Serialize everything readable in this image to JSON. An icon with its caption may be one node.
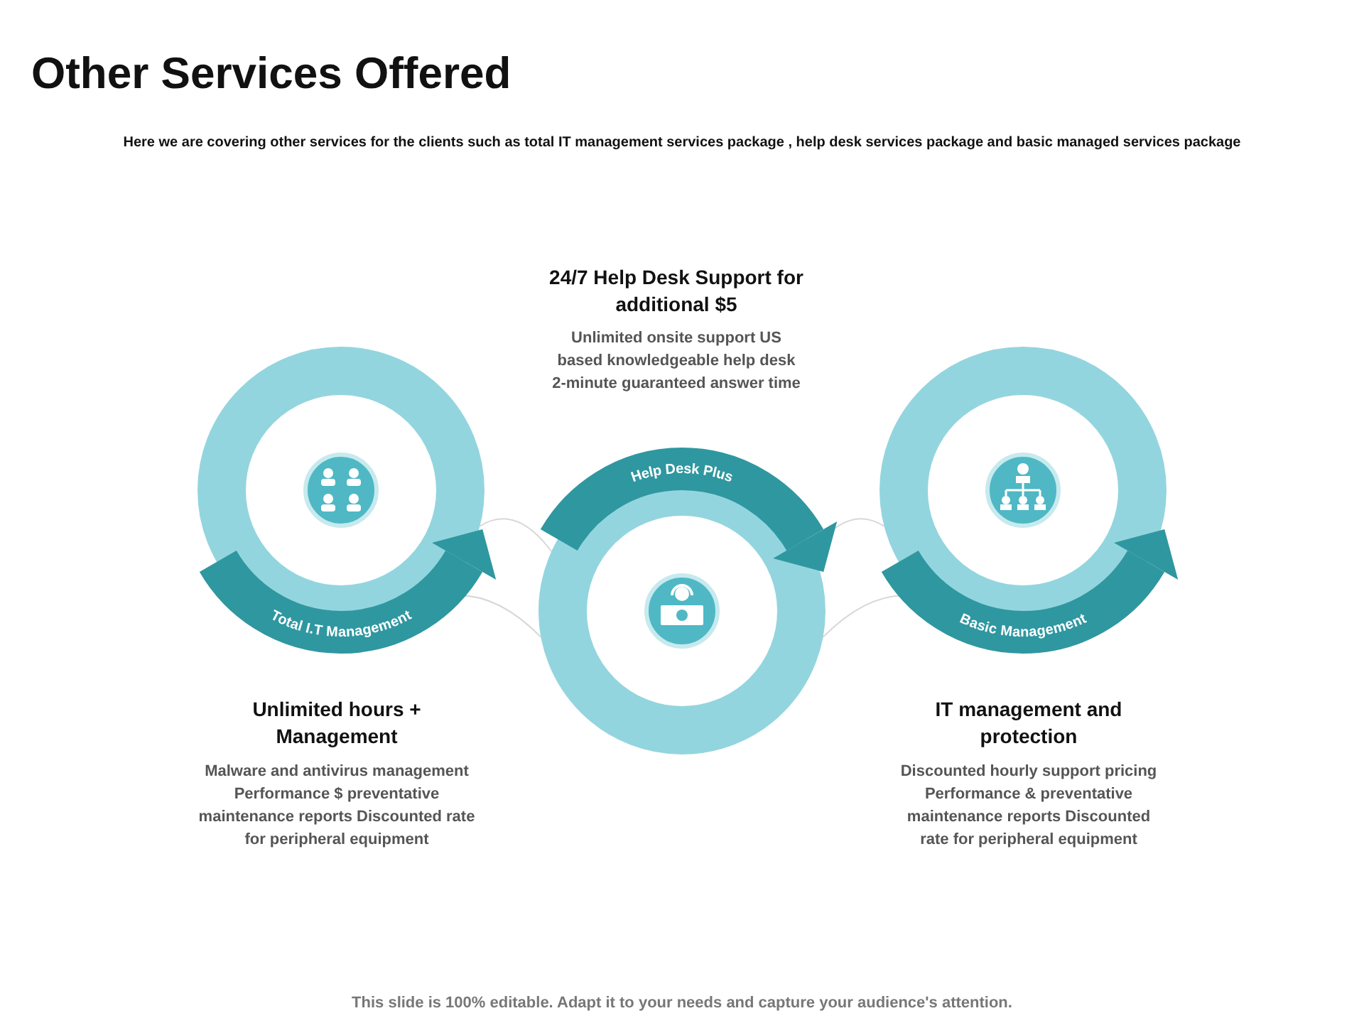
{
  "diagram": {
    "title": "Other Services Offered",
    "caption": "This slide is 100% editable. Adapt it to your needs and capture your audience's attention.",
    "nodes": [
      {
        "text": [
          "Total I.T Management"
        ],
        "beside": [
          "Unlimited hours + Management",
          "Malware and antivirus management Performance $ preventative maintenance reports Discounted rate for peripheral equipment"
        ]
      },
      {
        "text": [
          "Help Desk Plus"
        ],
        "beside": [
          "24/7 Help Desk Support for additional $5",
          "Unlimited onsite support US based knowledgeable help desk 2-minute guaranteed answer time"
        ]
      },
      {
        "text": [
          "Basic Management"
        ],
        "beside": [
          "IT management and protection",
          "Discounted hourly support pricing Performance & preventative maintenance reports Discounted rate for peripheral equipment"
        ]
      }
    ],
    "edges": [
      {
        "from": 0,
        "to": 1,
        "arrow": "none"
      },
      {
        "from": 0,
        "to": 1,
        "arrow": "none"
      },
      {
        "from": 1,
        "to": 2,
        "arrow": "none"
      },
      {
        "from": 1,
        "to": 2,
        "arrow": "none"
      }
    ],
    "labels": [
      "Here we are covering other services for the clients such as total IT management services package , help desk services package and basic managed services package"
    ]
  }
}
